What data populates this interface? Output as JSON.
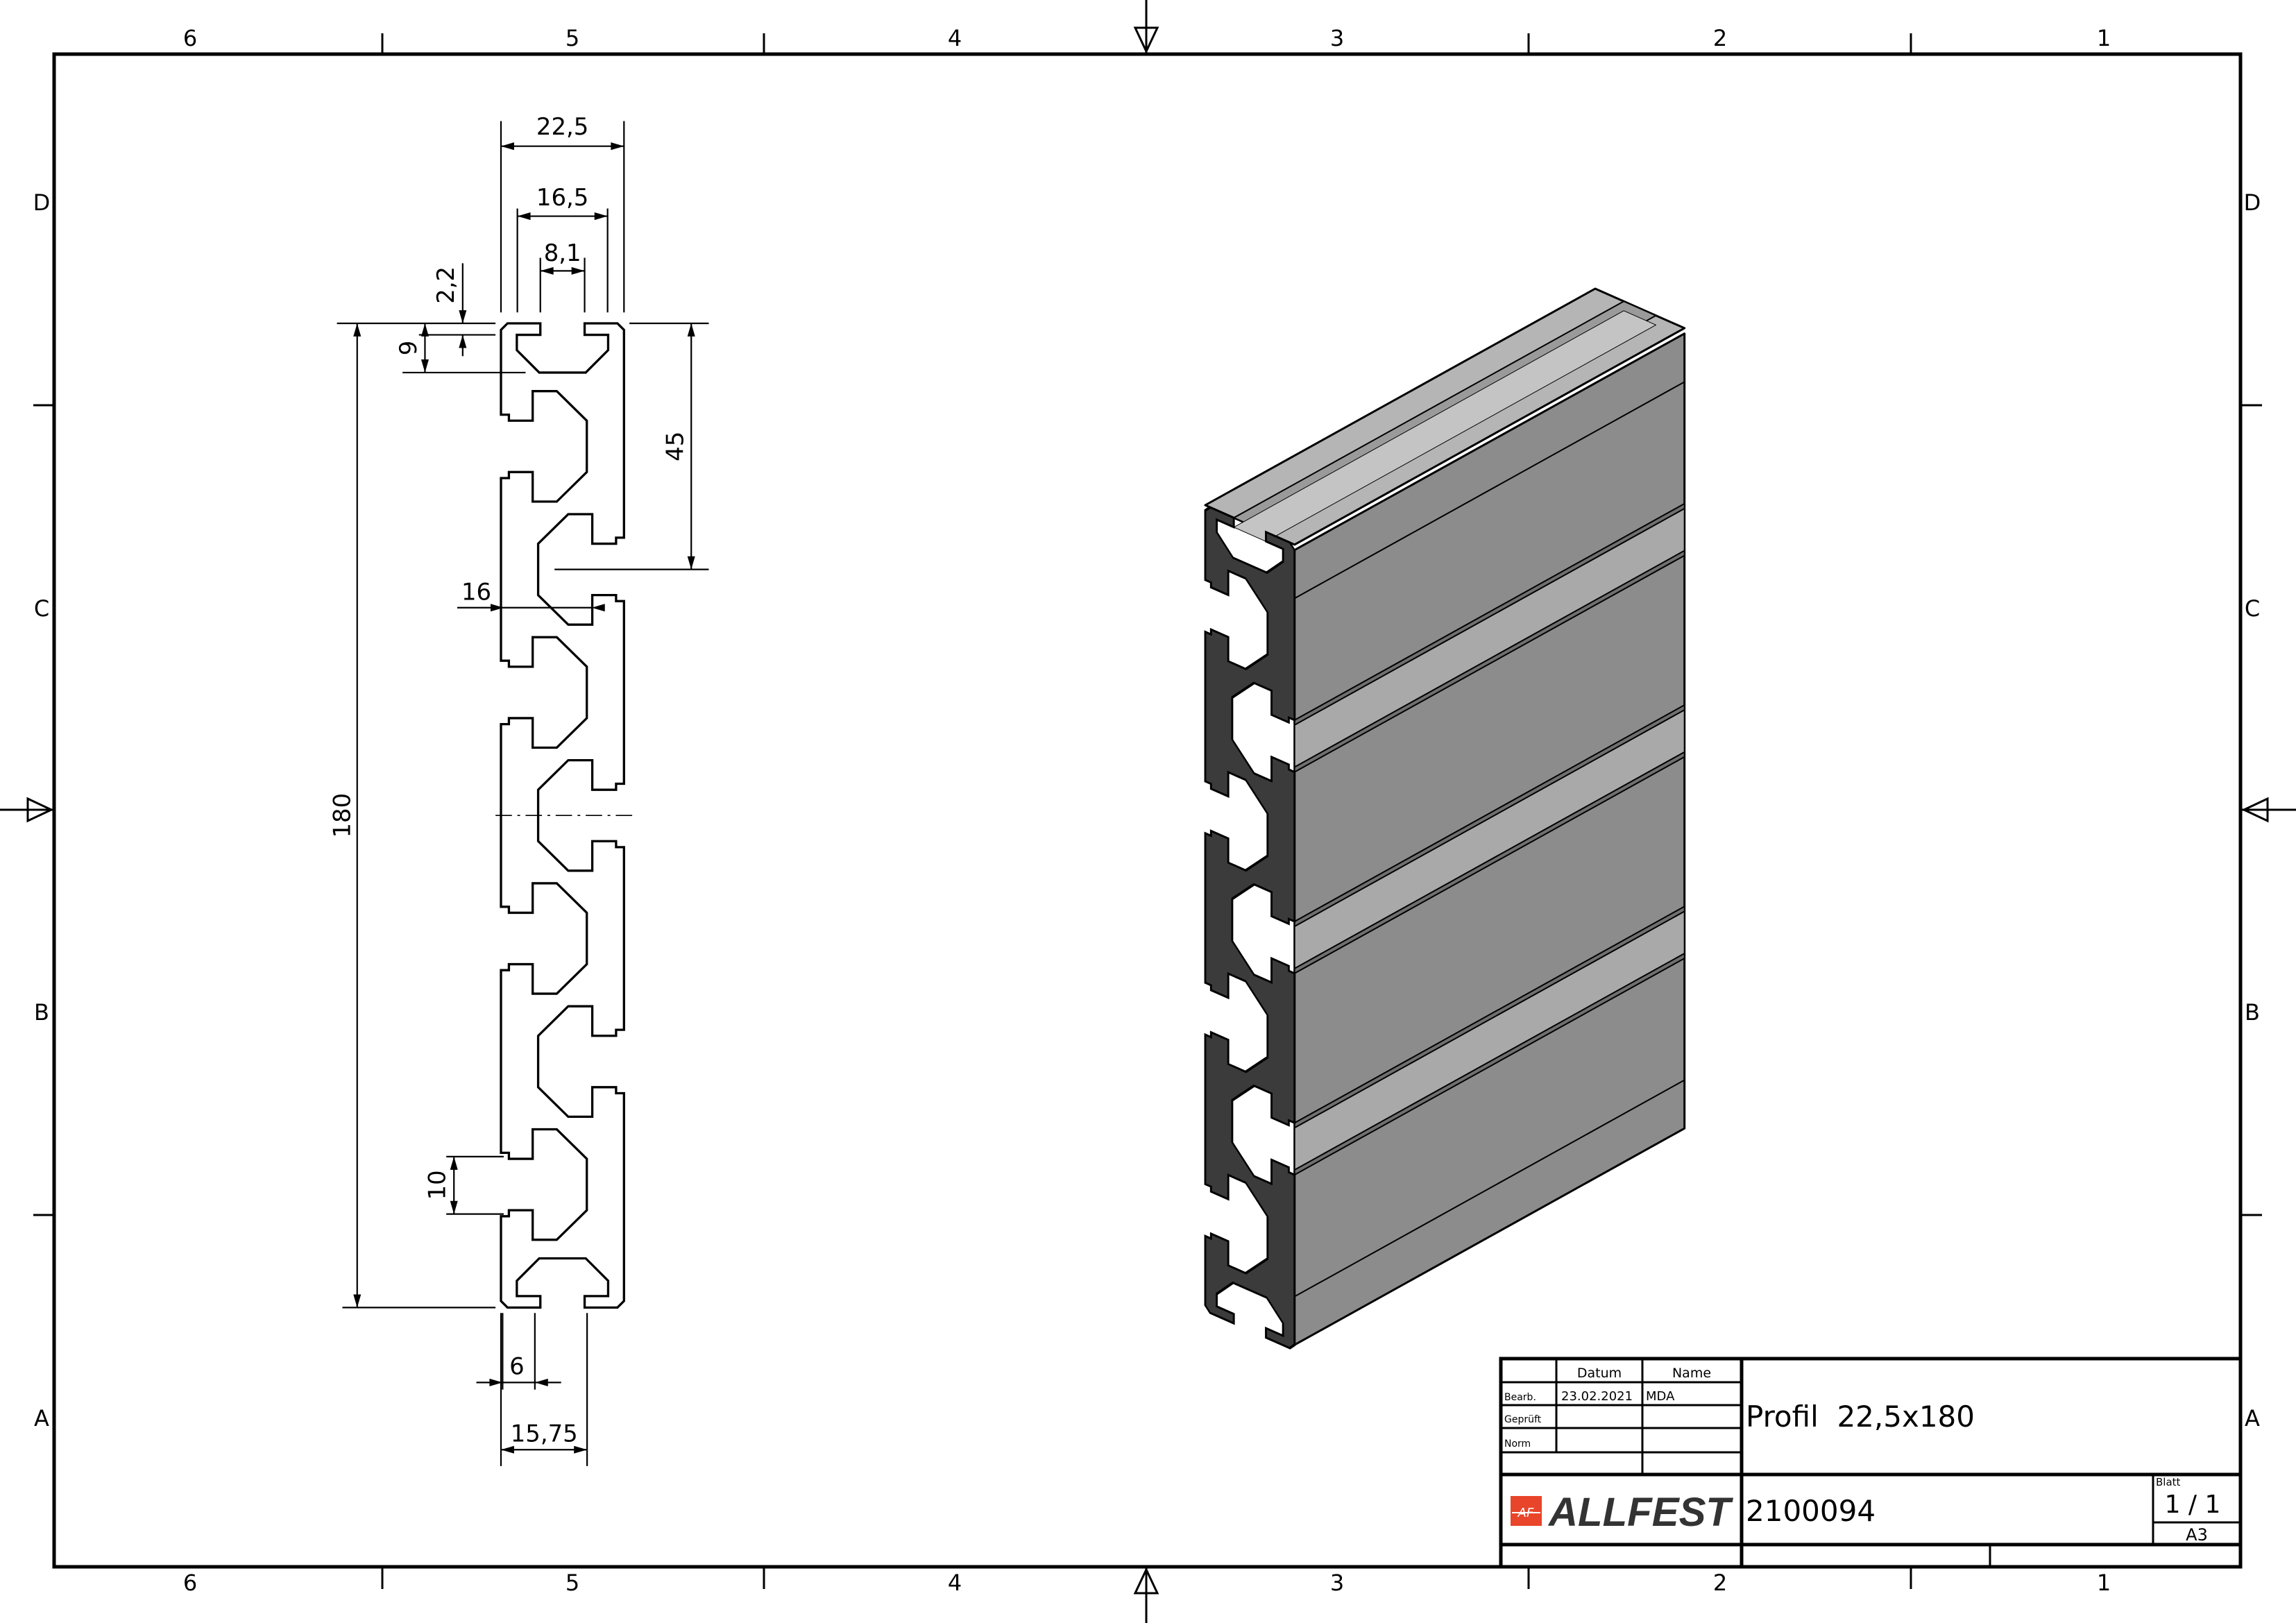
{
  "sheet": {
    "columns": [
      "6",
      "5",
      "4",
      "3",
      "2",
      "1"
    ],
    "rows": [
      "D",
      "C",
      "B",
      "A"
    ]
  },
  "dimensions": {
    "width_total": "22,5",
    "width_inner": "16,5",
    "slot_opening": "8,1",
    "lip_thickness": "2,2",
    "slot_depth": "9",
    "height_total": "180",
    "pitch": "45",
    "web_width": "16",
    "side_slot": "10",
    "bottom_opening": "6",
    "bottom_width": "15,75"
  },
  "title_block": {
    "col_datum": "Datum",
    "col_name": "Name",
    "row_bearb": "Bearb.",
    "row_geprueft": "Geprüft",
    "row_norm": "Norm",
    "bearb_date": "23.02.2021",
    "bearb_name": "MDA",
    "title": "Profil  22,5x180",
    "drawing_number": "2100094",
    "sheet_label": "Blatt",
    "sheet_value": "1 / 1",
    "format": "A3",
    "logo_text": "ALLFEST",
    "logo_mark": "AF"
  },
  "colors": {
    "logo_red": "#e8452a",
    "logo_text": "#333333",
    "section_face": "#3b3b3b",
    "side_face": "#8c8c8c",
    "top_face": "#b5b5b5"
  }
}
